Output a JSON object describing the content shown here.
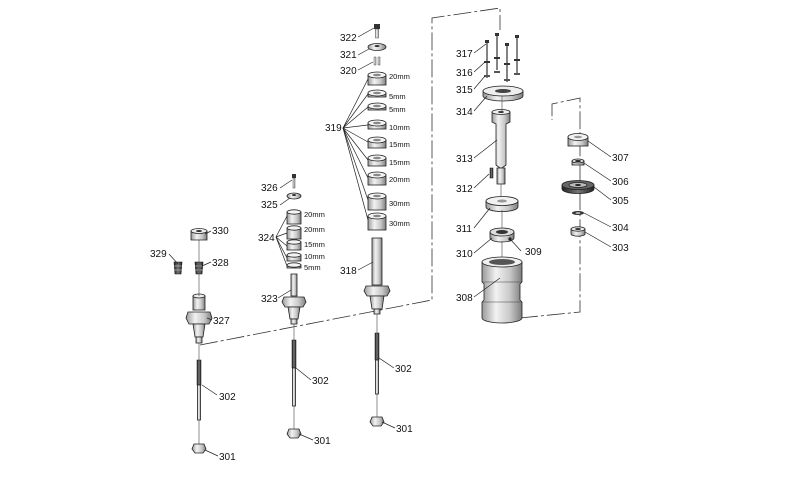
{
  "labels": {
    "p301": "301",
    "p302": "302",
    "p303": "303",
    "p304": "304",
    "p305": "305",
    "p306": "306",
    "p307": "307",
    "p308": "308",
    "p309": "309",
    "p310": "310",
    "p311": "311",
    "p312": "312",
    "p313": "313",
    "p314": "314",
    "p315": "315",
    "p316": "316",
    "p317": "317",
    "p318": "318",
    "p319": "319",
    "p320": "320",
    "p321": "321",
    "p322": "322",
    "p323": "323",
    "p324": "324",
    "p325": "325",
    "p326": "326",
    "p327": "327",
    "p328": "328",
    "p329": "329",
    "p330": "330"
  },
  "spacers_324": [
    "20mm",
    "20mm",
    "15mm",
    "10mm",
    "5mm"
  ],
  "spacers_319": [
    "20mm",
    "5mm",
    "5mm",
    "10mm",
    "15mm",
    "15mm",
    "20mm",
    "30mm",
    "30mm"
  ]
}
